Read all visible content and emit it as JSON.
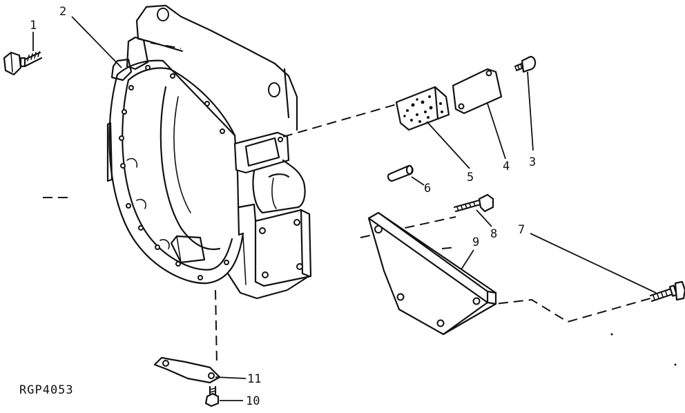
{
  "figure_ref": "RGP4053",
  "callouts": {
    "c1": "1",
    "c2": "2",
    "c3": "3",
    "c4": "4",
    "c5": "5",
    "c6": "6",
    "c7": "7",
    "c8": "8",
    "c9": "9",
    "c10": "10",
    "c11": "11"
  }
}
